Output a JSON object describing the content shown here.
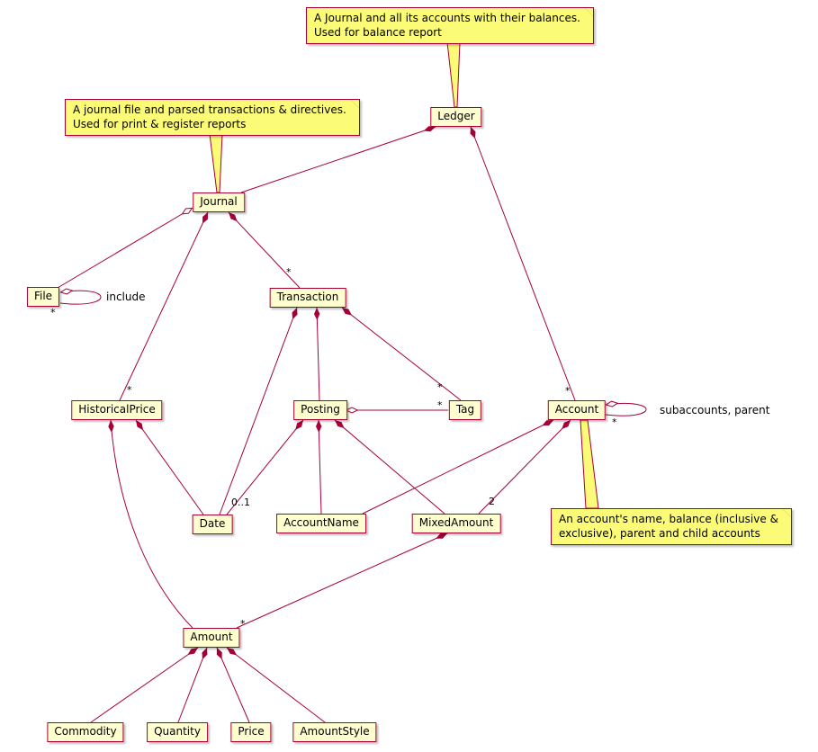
{
  "diagram_type": "uml-class-diagram",
  "colors": {
    "line": "#A80036",
    "class_fill": "#FEFECE",
    "class_border": "#A80036",
    "note_fill": "#FBFB77"
  },
  "classes": {
    "ledger": {
      "label": "Ledger"
    },
    "journal": {
      "label": "Journal"
    },
    "file": {
      "label": "File"
    },
    "transaction": {
      "label": "Transaction"
    },
    "historicalprice": {
      "label": "HistoricalPrice"
    },
    "posting": {
      "label": "Posting"
    },
    "tag": {
      "label": "Tag"
    },
    "account": {
      "label": "Account"
    },
    "date": {
      "label": "Date"
    },
    "accountname": {
      "label": "AccountName"
    },
    "mixedamount": {
      "label": "MixedAmount"
    },
    "amount": {
      "label": "Amount"
    },
    "commodity": {
      "label": "Commodity"
    },
    "quantity": {
      "label": "Quantity"
    },
    "price": {
      "label": "Price"
    },
    "amountstyle": {
      "label": "AmountStyle"
    }
  },
  "notes": {
    "ledger": {
      "line1": "A Journal and all its accounts with their balances.",
      "line2": "Used for balance report"
    },
    "journal": {
      "line1": "A journal file and parsed transactions & directives.",
      "line2": "Used for print & register reports"
    },
    "account": {
      "line1": "An account's name, balance (inclusive &",
      "line2": "exclusive), parent and child accounts"
    }
  },
  "labels": {
    "ledger_account_mult": "*",
    "include_mult": "*",
    "include_label": "include",
    "journal_historicalprice_mult": "*",
    "journal_transaction_mult": "*",
    "transaction_tag_mult": "*",
    "posting_tag_mult": "*",
    "posting_date_mult": "0..1",
    "account_mixedamount_mult": "2",
    "account_self_mult": "*",
    "account_self_label": "subaccounts, parent",
    "mixedamount_amount_mult": "*"
  }
}
